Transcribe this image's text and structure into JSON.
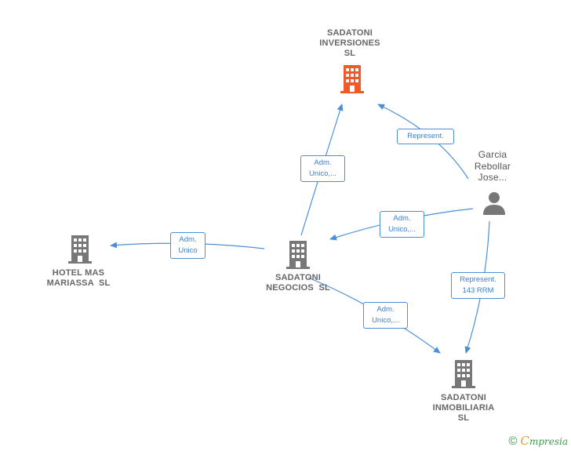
{
  "nodes": {
    "inversiones": {
      "lines": [
        "SADATONI",
        "INVERSIONES",
        "SL"
      ],
      "color": "#f05a28"
    },
    "person": {
      "lines": [
        "Garcia",
        "Rebollar",
        "Jose..."
      ],
      "color": "#777777"
    },
    "hotel": {
      "lines": [
        "HOTEL MAS",
        "MARIASSA  SL"
      ],
      "color": "#777777"
    },
    "negocios": {
      "lines": [
        "SADATONI",
        "NEGOCIOS  SL"
      ],
      "color": "#777777"
    },
    "inmobiliaria": {
      "lines": [
        "SADATONI",
        "INMOBILIARIA",
        "SL"
      ],
      "color": "#777777"
    }
  },
  "edges": {
    "negocios_inversiones": {
      "lines": [
        "Adm.",
        "Unico,..."
      ]
    },
    "person_inversiones": {
      "lines": [
        "Represent."
      ]
    },
    "person_negocios": {
      "lines": [
        "Adm.",
        "Unico,..."
      ]
    },
    "negocios_hotel": {
      "lines": [
        "Adm.",
        "Unico"
      ]
    },
    "negocios_inmobiliaria": {
      "lines": [
        "Adm.",
        "Unico,..."
      ]
    },
    "person_inmobiliaria": {
      "lines": [
        "Represent.",
        "143 RRM"
      ]
    }
  },
  "colors": {
    "edge": "#4a90d9"
  },
  "footer": {
    "copyright": "©",
    "brand_first": "C",
    "brand_rest": "mpresia"
  }
}
